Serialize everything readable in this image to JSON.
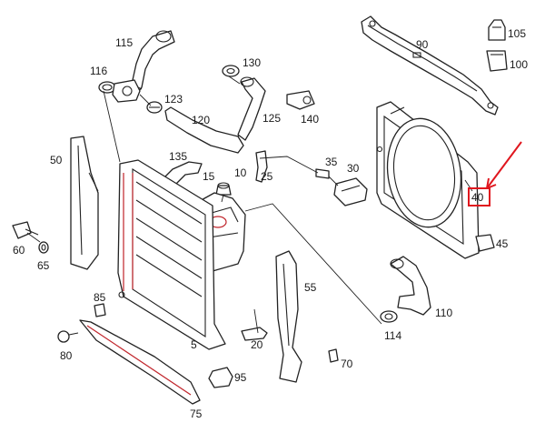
{
  "diagram": {
    "highlight_color": "#e0161e",
    "highlighted_part": "40",
    "labels": {
      "p115": "115",
      "p116": "116",
      "p123": "123",
      "p120": "120",
      "p130": "130",
      "p125": "125",
      "p140": "140",
      "p90": "90",
      "p105": "105",
      "p100": "100",
      "p50": "50",
      "p135": "135",
      "p15": "15",
      "p10": "10",
      "p25": "25",
      "p35": "35",
      "p30": "30",
      "p40": "40",
      "p45": "45",
      "p60": "60",
      "p65": "65",
      "p85": "85",
      "p55": "55",
      "p110": "110",
      "p114": "114",
      "p5": "5",
      "p20": "20",
      "p80": "80",
      "p70": "70",
      "p95": "95",
      "p75": "75"
    }
  }
}
